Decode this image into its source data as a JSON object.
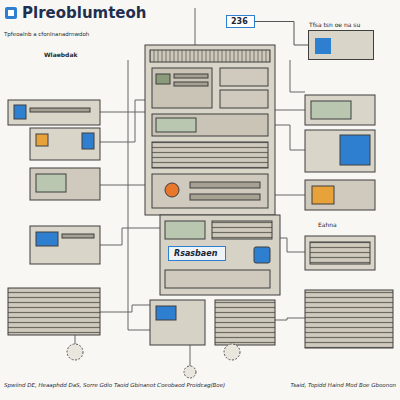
{
  "diagram": {
    "title": "Plreoblumteoh",
    "caption": "Spwiind DE, Heaaphdd DaS, Sorre Gdio Taoid Gbinanot Coeobaod Proidcag(Boe)",
    "nodes": [
      {
        "text": [
          "236"
        ]
      },
      {
        "text": [
          "Tfsa tsn oe na su"
        ]
      },
      {
        "text": [
          "Rsasbaen"
        ]
      }
    ],
    "edges": [
      {
        "from": 0,
        "to": 1,
        "arrow": "none"
      }
    ],
    "labels": [
      "Tpfeoalnb a cfonlnanadrnwdoh",
      "Wlaebdak",
      "Eahna",
      "Tsaid, Topidd Haind Mod Boe Gboonon"
    ]
  }
}
